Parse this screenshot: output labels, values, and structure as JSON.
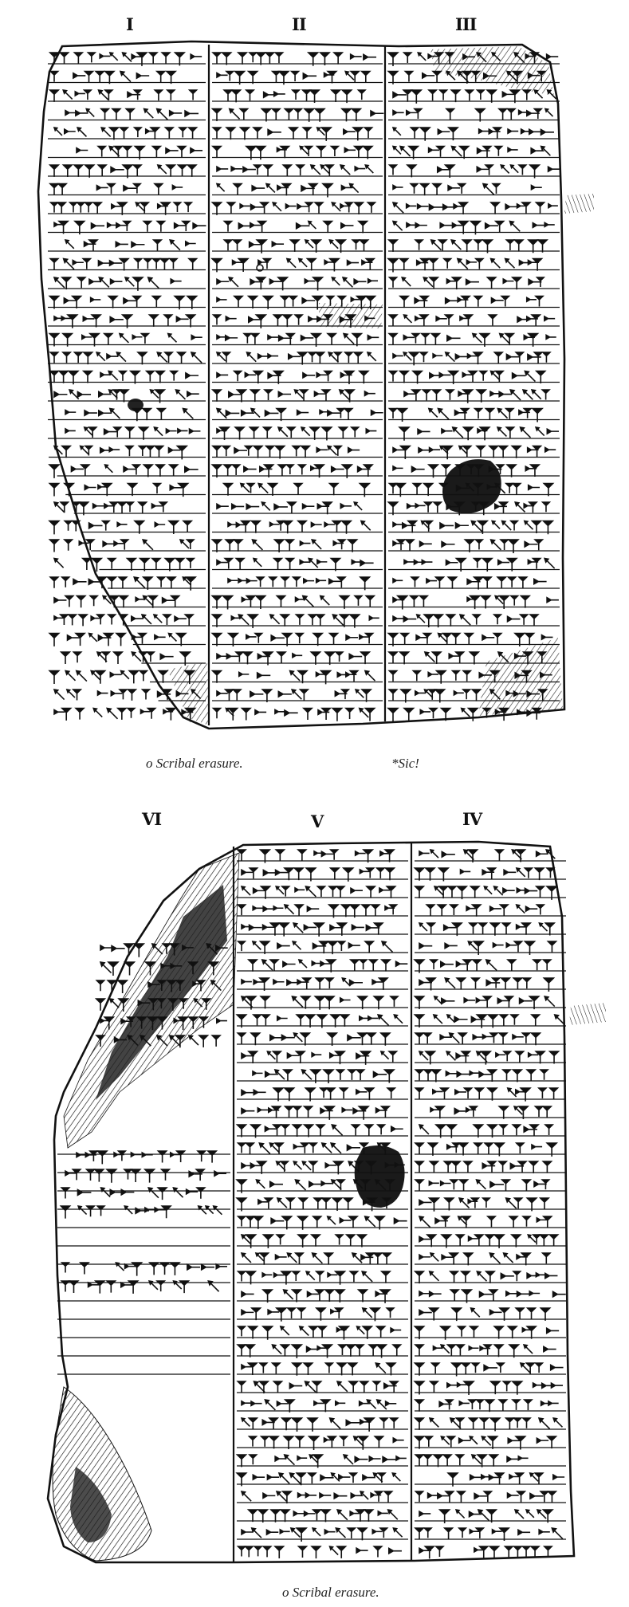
{
  "plates": [
    {
      "id": "top",
      "column_labels": [
        "I",
        "II",
        "III"
      ],
      "caption_left": "o Scribal erasure.",
      "caption_right": "*Sic!"
    },
    {
      "id": "bottom",
      "column_labels": [
        "VI",
        "V",
        "IV"
      ],
      "caption_left": "o Scribal erasure."
    }
  ],
  "colors": {
    "ink": "#111111",
    "paper": "#ffffff"
  }
}
